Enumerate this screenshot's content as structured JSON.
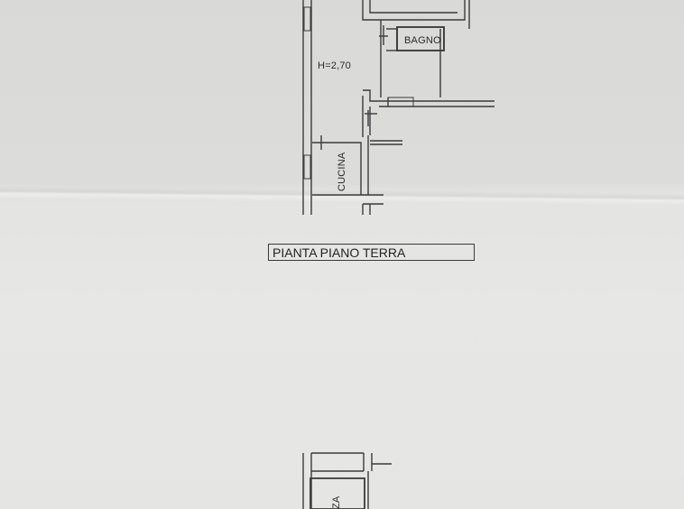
{
  "plan": {
    "title": "PIANTA PIANO TERRA",
    "height_label": "H=2,70",
    "rooms": {
      "bathroom": "BAGNO",
      "kitchen": "CUCINA",
      "partial_room_fragment": "ZA"
    }
  }
}
